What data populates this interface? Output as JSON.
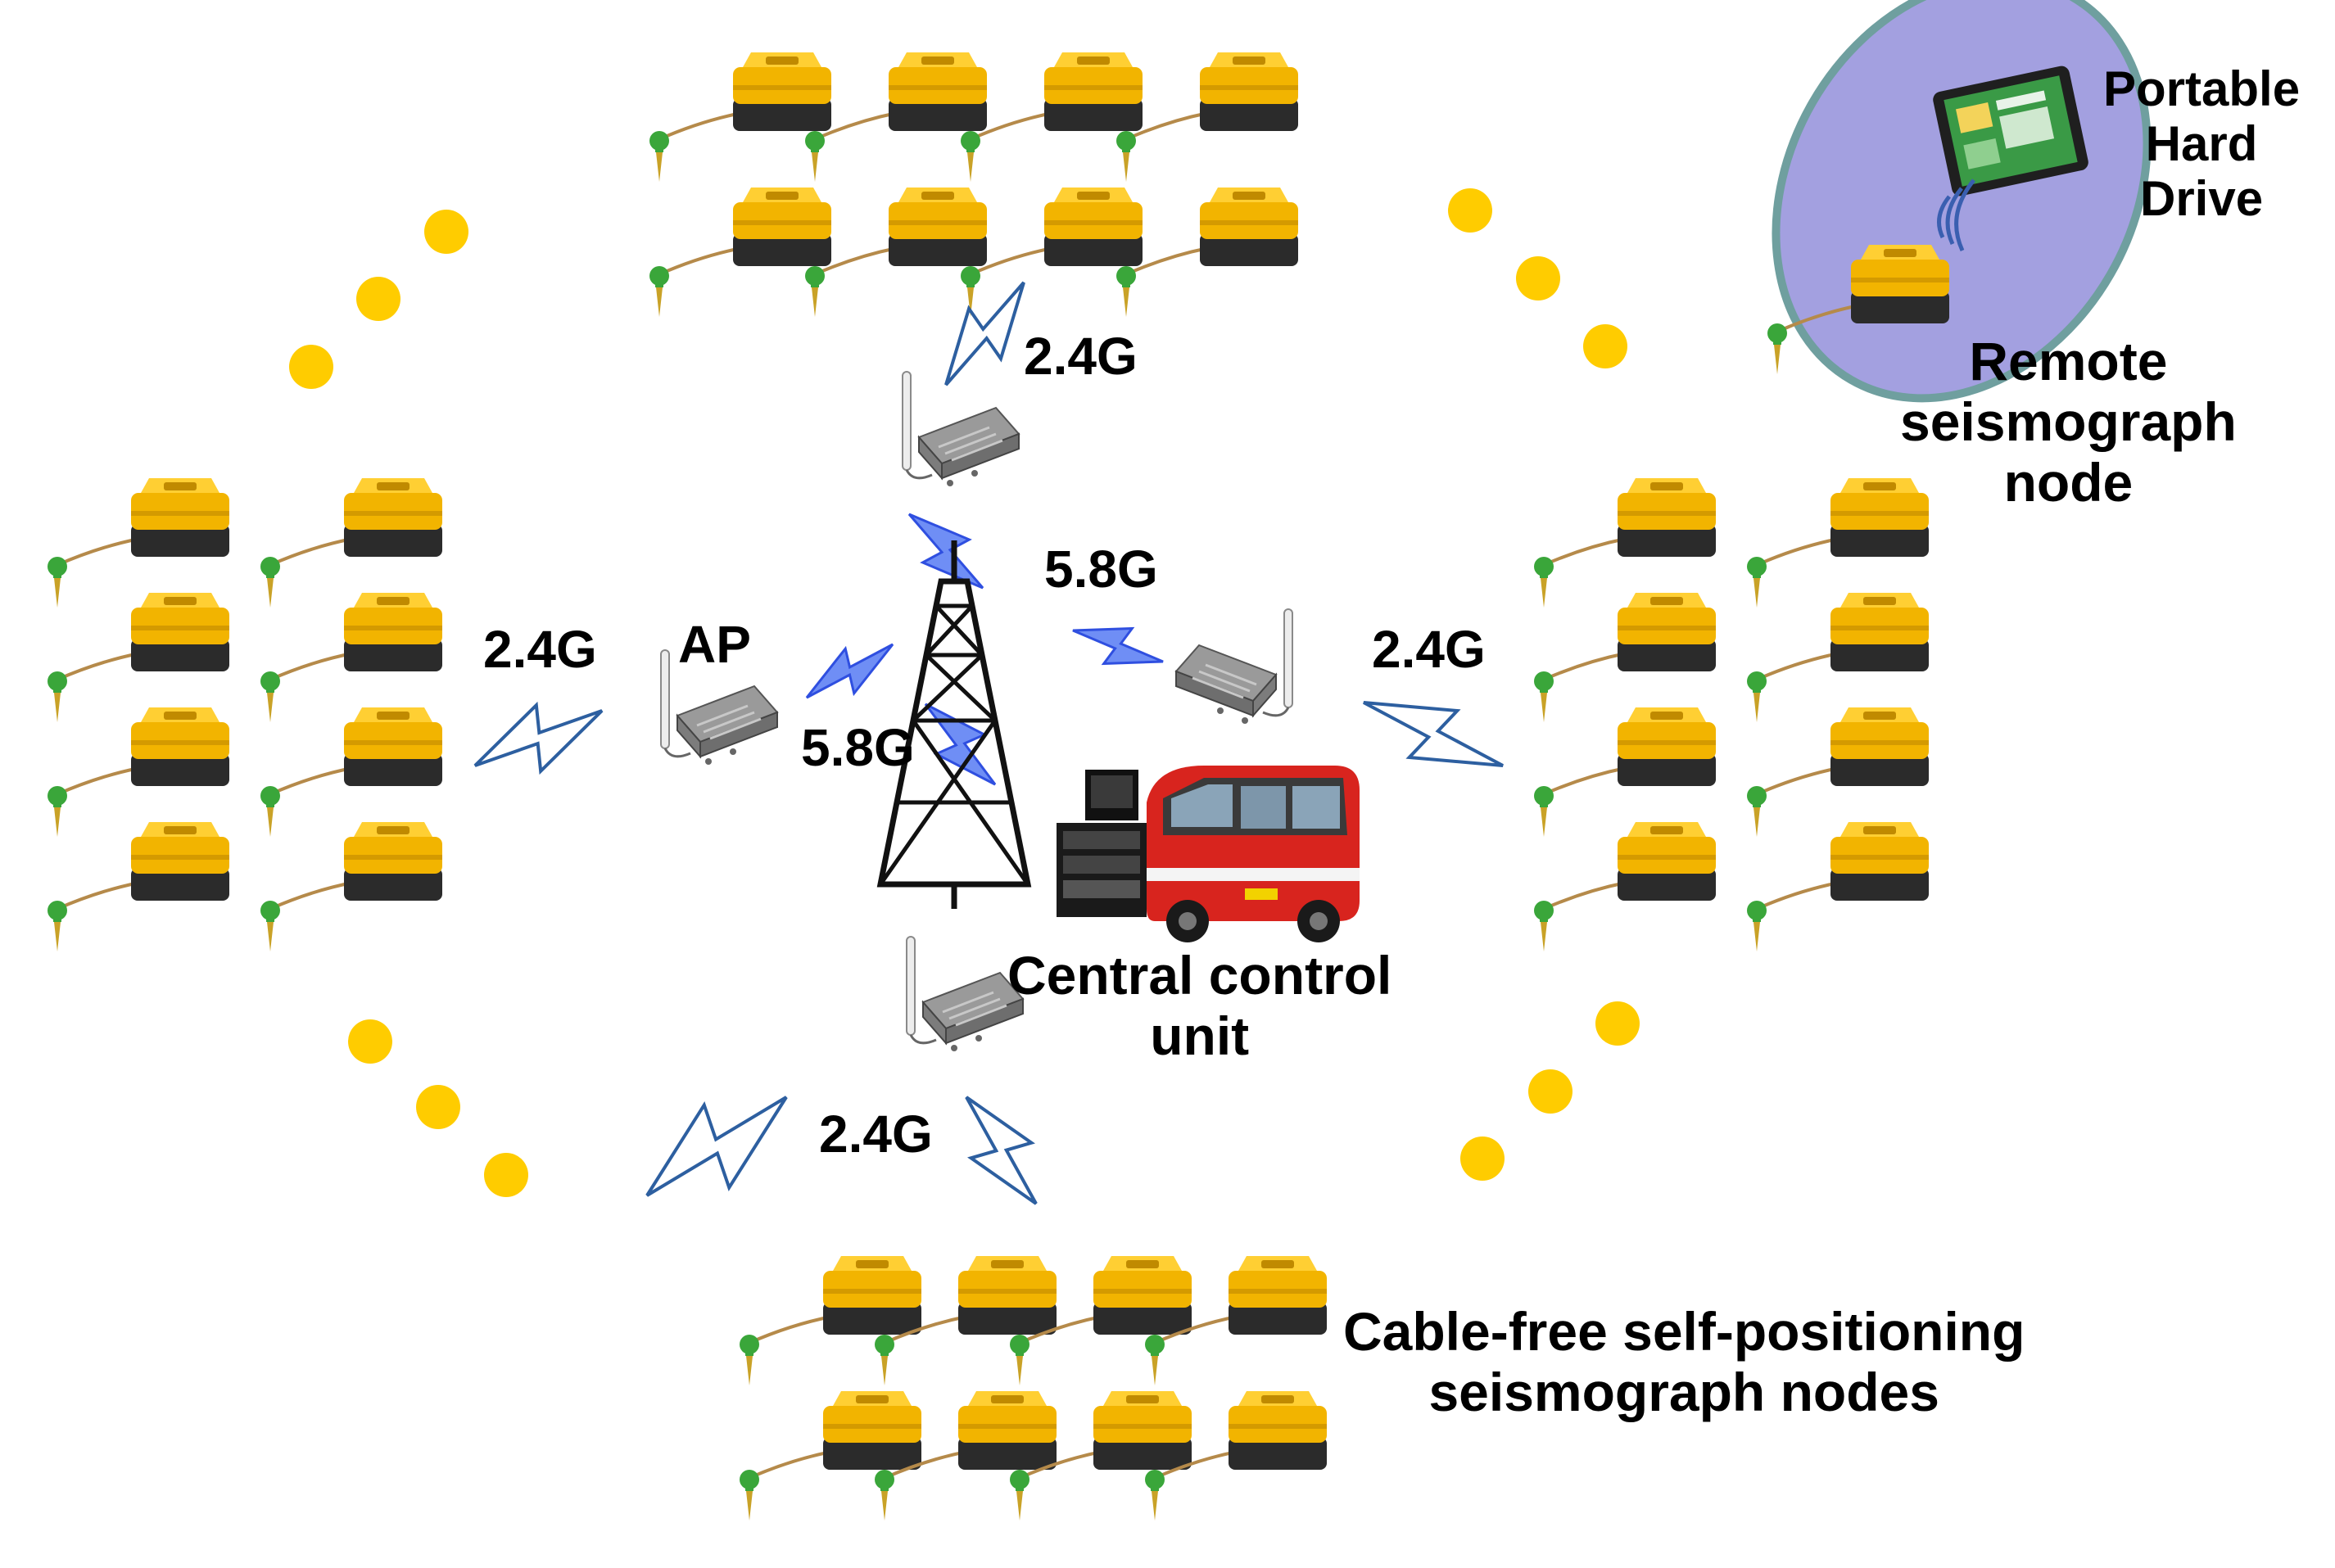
{
  "labels": {
    "freq_top": "2.4G",
    "freq_left": "2.4G",
    "freq_right": "2.4G",
    "freq_bottom": "2.4G",
    "backhaul_right": "5.8G",
    "backhaul_left": "5.8G",
    "ap": "AP",
    "central_line1": "Central control",
    "central_line2": "unit",
    "portable_line1": "Portable",
    "portable_line2": "Hard",
    "portable_line3": "Drive",
    "remote_line1": "Remote",
    "remote_line2": "seismograph",
    "remote_line3": "node",
    "nodes_line1": "Cable-free self-positioning",
    "nodes_line2": "seismograph nodes"
  },
  "icons": {
    "node": "seismograph-node-icon",
    "ap": "access-point-icon",
    "tower": "radio-tower-icon",
    "bus": "bus-icon",
    "rack": "server-rack-icon",
    "tablet": "tablet-icon",
    "signal": "wireless-bolt-icon",
    "ellipsis": "ellipsis-dot-icon"
  },
  "colors": {
    "node_yellow": "#f2b400",
    "node_dark": "#2b2b2b",
    "spike_green": "#3aa63a",
    "cable": "#b58a4a",
    "bolt_24": "#2d5fa0",
    "bolt_58": "#2f4fe0",
    "dot": "#ffcc00",
    "ellipse_fill": "#a3a0e0",
    "ellipse_stroke": "#6f9f9f",
    "bus_red": "#d8241e"
  }
}
